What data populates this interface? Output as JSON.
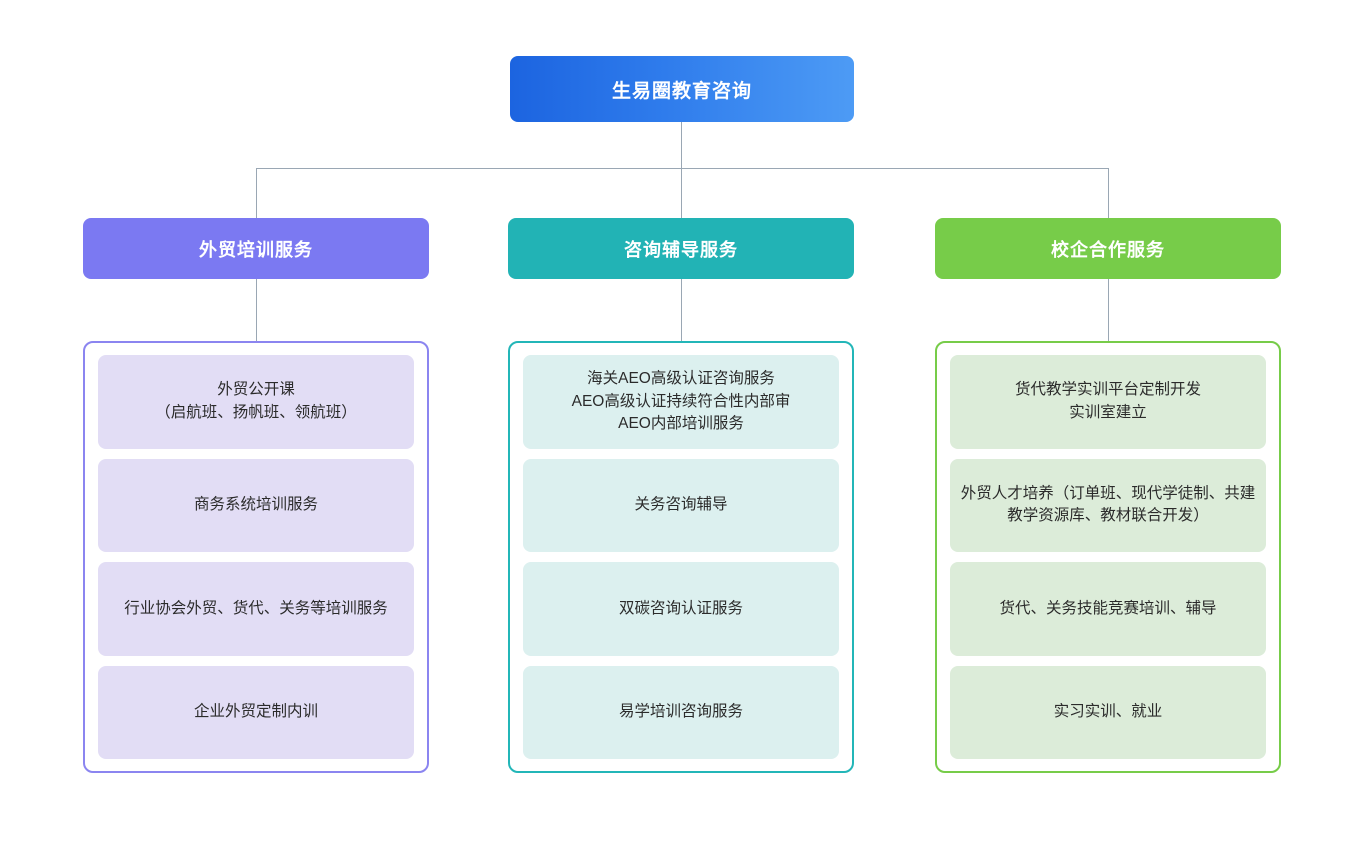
{
  "diagram": {
    "type": "org-chart",
    "root": {
      "label": "生易圈教育咨询",
      "color": "#2f7cec",
      "gradient_from": "#1c64e0",
      "gradient_to": "#4d9bf5"
    },
    "branches": [
      {
        "header": "外贸培训服务",
        "header_color": "#7b79f2",
        "border_color": "#8b85f0",
        "item_bg": "#e2ddf5",
        "items": [
          "外贸公开课\n（启航班、扬帆班、领航班）",
          "商务系统培训服务",
          "行业协会外贸、货代、关务等培训服务",
          "企业外贸定制内训"
        ]
      },
      {
        "header": "咨询辅导服务",
        "header_color": "#22b3b5",
        "border_color": "#23b6b8",
        "item_bg": "#dcf0ef",
        "items": [
          "海关AEO高级认证咨询服务\nAEO高级认证持续符合性内部审\nAEO内部培训服务",
          "关务咨询辅导",
          "双碳咨询认证服务",
          "易学培训咨询服务"
        ]
      },
      {
        "header": "校企合作服务",
        "header_color": "#77cc49",
        "border_color": "#77cc49",
        "item_bg": "#dcecd9",
        "items": [
          "货代教学实训平台定制开发\n实训室建立",
          "外贸人才培养（订单班、现代学徒制、共建教学资源库、教材联合开发）",
          "货代、关务技能竞赛培训、辅导",
          "实习实训、就业"
        ]
      }
    ],
    "connector_color": "#9aa7b4"
  }
}
